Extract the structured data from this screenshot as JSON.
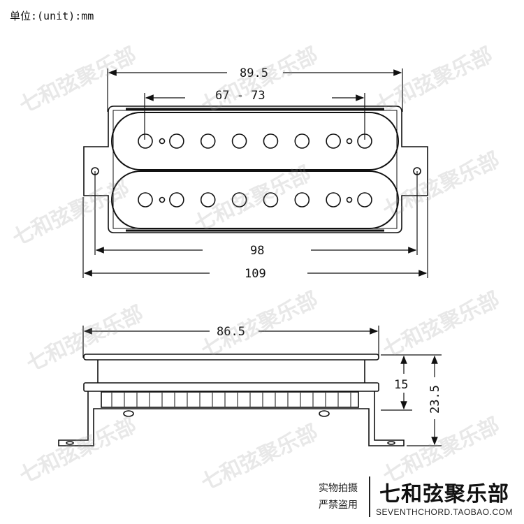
{
  "unit_label": "单位:(unit):mm",
  "top_view": {
    "dim_overall_cover": "89.5",
    "dim_pole_spacing": "67 - 73",
    "dim_mount_holes": "98",
    "dim_overall_base": "109",
    "pole_count_per_coil": 8
  },
  "side_view": {
    "dim_width": "86.5",
    "dim_height_cover": "15",
    "dim_height_total": "23.5"
  },
  "stamp": {
    "line1": "实物拍摄",
    "line2": "严禁盗用",
    "brand": "七和弦聚乐部",
    "url": "SEVENTHCHORD.TAOBAO.COM"
  },
  "watermark_text": "七和弦聚乐部"
}
